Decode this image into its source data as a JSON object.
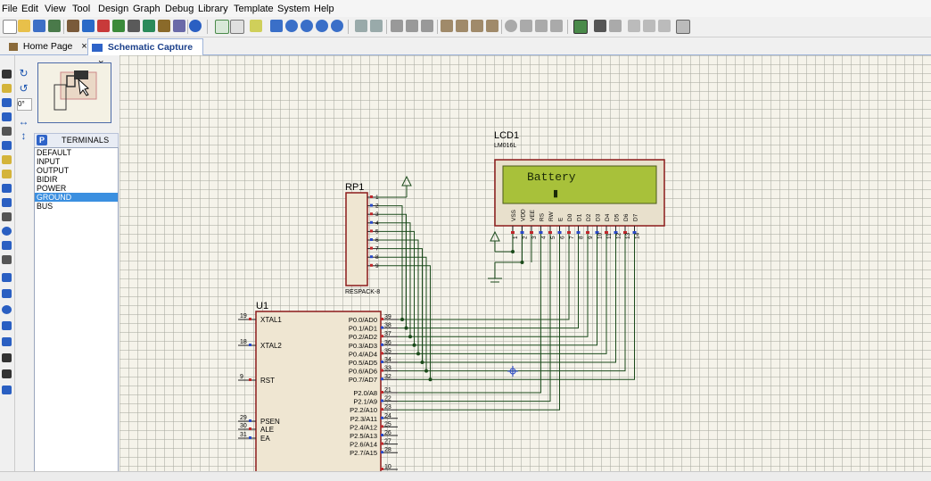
{
  "menu": [
    "File",
    "Edit",
    "View",
    "Tool",
    "Design",
    "Graph",
    "Debug",
    "Library",
    "Template",
    "System",
    "Help"
  ],
  "tabs": [
    {
      "label": "Home Page",
      "close": "×"
    },
    {
      "label": "Schematic Capture",
      "close": "×"
    }
  ],
  "rotation": {
    "angle": "0°"
  },
  "terminals": {
    "button": "P",
    "title": "TERMINALS",
    "items": [
      "DEFAULT",
      "INPUT",
      "OUTPUT",
      "BIDIR",
      "POWER",
      "GROUND",
      "BUS"
    ],
    "selected": "GROUND"
  },
  "schematic": {
    "lcd": {
      "ref": "LCD1",
      "part": "LM016L",
      "display_line1": "Battery",
      "display_line2": "▮",
      "pin_names": [
        "VSS",
        "VDD",
        "VEE",
        "RS",
        "RW",
        "E",
        "D0",
        "D1",
        "D2",
        "D3",
        "D4",
        "D5",
        "D6",
        "D7"
      ],
      "pin_nums": [
        "1",
        "2",
        "3",
        "4",
        "5",
        "6",
        "7",
        "8",
        "9",
        "10",
        "11",
        "12",
        "13",
        "14"
      ]
    },
    "rp": {
      "ref": "RP1",
      "part": "RESPACK-8",
      "pins": [
        "1",
        "2",
        "3",
        "4",
        "5",
        "6",
        "7",
        "8",
        "9"
      ]
    },
    "mcu": {
      "ref": "U1",
      "left_pins": [
        {
          "num": "19",
          "name": "XTAL1"
        },
        {
          "num": "18",
          "name": "XTAL2"
        },
        {
          "num": "9",
          "name": "RST"
        },
        {
          "num": "29",
          "name": "PSEN"
        },
        {
          "num": "30",
          "name": "ALE"
        },
        {
          "num": "31",
          "name": "EA"
        }
      ],
      "right_pins": [
        {
          "num": "39",
          "name": "P0.0/AD0"
        },
        {
          "num": "38",
          "name": "P0.1/AD1"
        },
        {
          "num": "37",
          "name": "P0.2/AD2"
        },
        {
          "num": "36",
          "name": "P0.3/AD3"
        },
        {
          "num": "35",
          "name": "P0.4/AD4"
        },
        {
          "num": "34",
          "name": "P0.5/AD5"
        },
        {
          "num": "33",
          "name": "P0.6/AD6"
        },
        {
          "num": "32",
          "name": "P0.7/AD7"
        },
        {
          "num": "21",
          "name": "P2.0/A8"
        },
        {
          "num": "22",
          "name": "P2.1/A9"
        },
        {
          "num": "23",
          "name": "P2.2/A10"
        },
        {
          "num": "24",
          "name": "P2.3/A11"
        },
        {
          "num": "25",
          "name": "P2.4/A12"
        },
        {
          "num": "26",
          "name": "P2.5/A13"
        },
        {
          "num": "27",
          "name": "P2.6/A14"
        },
        {
          "num": "28",
          "name": "P2.7/A15"
        },
        {
          "num": "10",
          "name": ""
        }
      ]
    }
  },
  "colors": {
    "part_border": "#8b1a1a",
    "wire": "#1a4a1a",
    "lcd_screen": "#a8c13a",
    "lcd_text": "#1b2a08",
    "selection": "#3b8fe0"
  }
}
